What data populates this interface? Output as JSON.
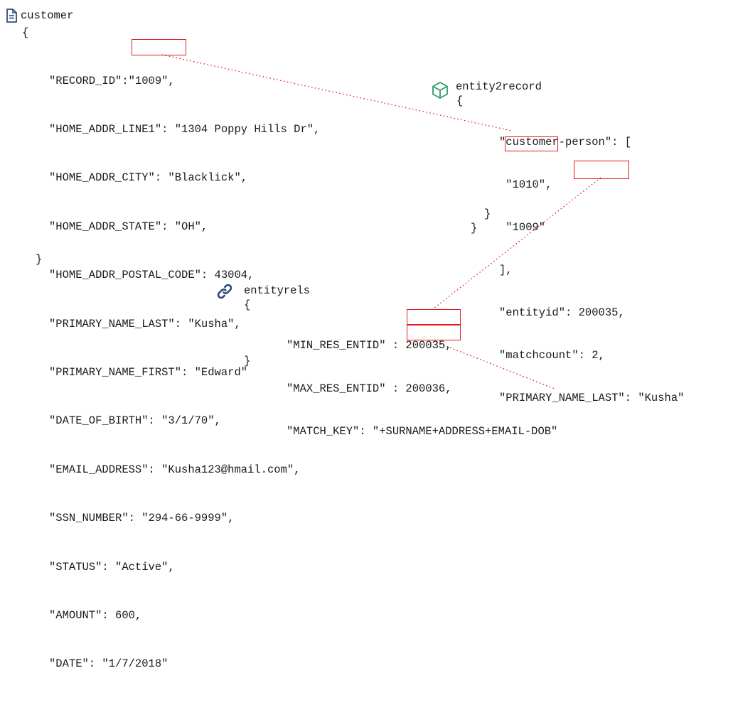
{
  "customer": {
    "title": "customer",
    "icon": "document-icon",
    "open_brace": "{",
    "close_brace": "}",
    "lines": [
      "\"RECORD_ID\":\"1009\",",
      "\"HOME_ADDR_LINE1\": \"1304 Poppy Hills Dr\",",
      "\"HOME_ADDR_CITY\": \"Blacklick\",",
      "\"HOME_ADDR_STATE\": \"OH\",",
      "\"HOME_ADDR_POSTAL_CODE\": 43004,",
      "\"PRIMARY_NAME_LAST\": \"Kusha\",",
      "\"PRIMARY_NAME_FIRST\": \"Edward\"",
      "\"DATE_OF_BIRTH\": \"3/1/70\",",
      "\"EMAIL_ADDRESS\": \"Kusha123@hmail.com\",",
      "\"SSN_NUMBER\": \"294-66-9999\",",
      "\"STATUS\": \"Active\",",
      "\"AMOUNT\": 600,",
      "\"DATE\": \"1/7/2018\""
    ]
  },
  "entity2record": {
    "title": "entity2record",
    "icon": "cube-icon",
    "open_brace": "{",
    "close_brace": "}",
    "lines": [
      "\"customer-person\": [",
      " \"1010\",",
      " \"1009\"",
      "],",
      "\"entityid\": 200035,",
      "\"matchcount\": 2,",
      "\"PRIMARY_NAME_LAST\": \"Kusha\"",
      "}"
    ]
  },
  "entityrels": {
    "title": "entityrels",
    "icon": "link-icon",
    "open_brace": "{",
    "close_brace": "}",
    "lines": [
      "\"MIN_RES_ENTID\" : 200035,",
      "\"MAX_RES_ENTID\" : 200036,",
      "\"MATCH_KEY\": \"+SURNAME+ADDRESS+EMAIL-DOB\""
    ]
  },
  "colors": {
    "highlight": "#e0191e",
    "connector": "#e0191e",
    "document_icon": "#2f4a7a",
    "cube_icon": "#2e9a6e",
    "link_icon": "#2f4a7a"
  }
}
